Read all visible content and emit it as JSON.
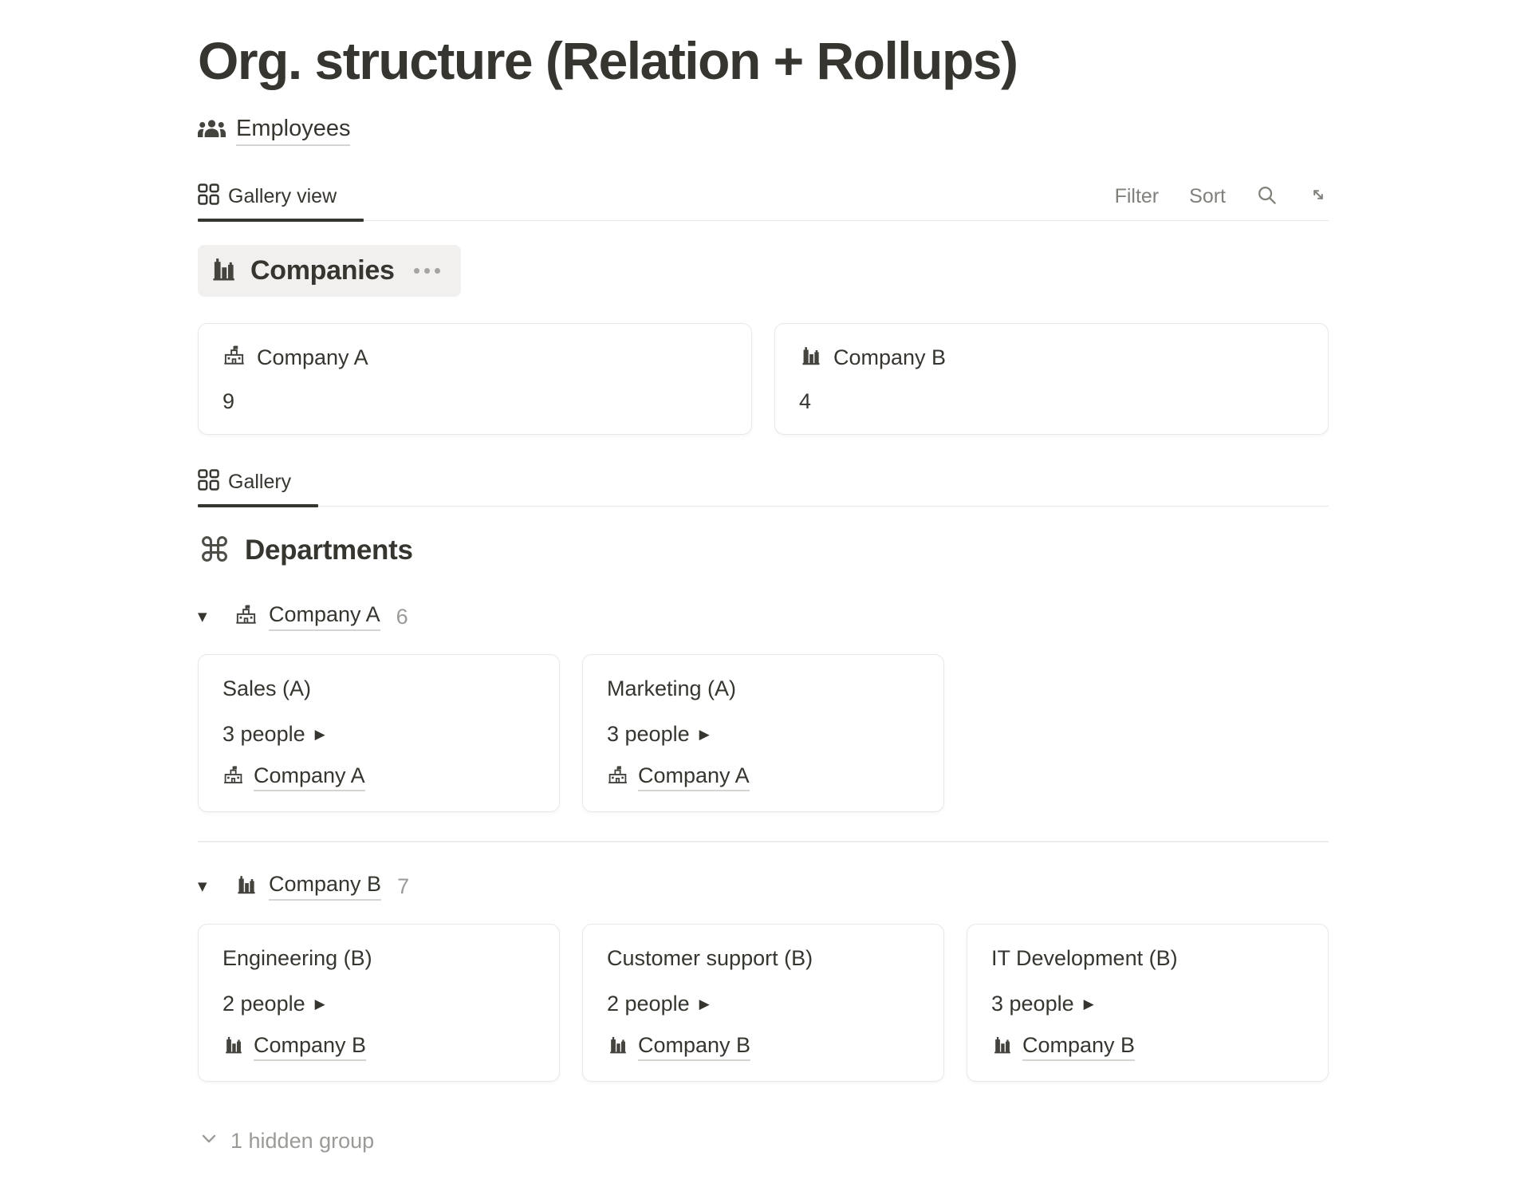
{
  "page": {
    "title": "Org. structure (Relation + Rollups)",
    "database_link_label": "Employees"
  },
  "toolbar": {
    "filter_label": "Filter",
    "sort_label": "Sort",
    "search_icon": "search-icon",
    "expand_icon": "expand-diagonal-icon"
  },
  "icons": {
    "command_glyph": "⌘",
    "triangle_down_glyph": "▼",
    "play_glyph": "▶"
  },
  "colors": {
    "text": "#37352f",
    "muted_toolbar": "#82807b",
    "muted_count": "#9b9a97",
    "pill_background": "#f1f0ee",
    "card_border": "#e9e8e5",
    "active_tab_underline": "#37352f"
  },
  "companies_view": {
    "tab_label": "Gallery view",
    "group_title": "Companies",
    "cards": [
      {
        "icon": "school-building-icon",
        "name": "Company A",
        "count": "9"
      },
      {
        "icon": "city-buildings-icon",
        "name": "Company B",
        "count": "4"
      }
    ]
  },
  "departments_view": {
    "tab_label": "Gallery",
    "section_title": "Departments",
    "groups": [
      {
        "icon": "school-building-icon",
        "name": "Company A",
        "count": "6",
        "cards": [
          {
            "title": "Sales (A)",
            "people": "3 people",
            "company_icon": "school-building-icon",
            "company": "Company A"
          },
          {
            "title": "Marketing (A)",
            "people": "3 people",
            "company_icon": "school-building-icon",
            "company": "Company A"
          }
        ]
      },
      {
        "icon": "city-buildings-icon",
        "name": "Company B",
        "count": "7",
        "cards": [
          {
            "title": "Engineering (B)",
            "people": "2 people",
            "company_icon": "city-buildings-icon",
            "company": "Company B"
          },
          {
            "title": "Customer support (B)",
            "people": "2 people",
            "company_icon": "city-buildings-icon",
            "company": "Company B"
          },
          {
            "title": "IT Development (B)",
            "people": "3 people",
            "company_icon": "city-buildings-icon",
            "company": "Company B"
          }
        ]
      }
    ],
    "hidden_groups_label": "1 hidden group"
  }
}
